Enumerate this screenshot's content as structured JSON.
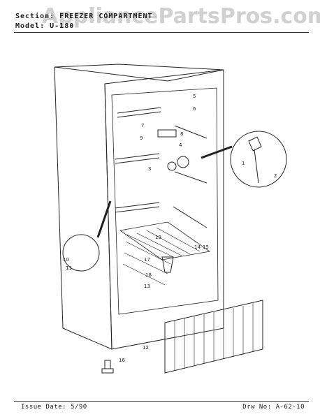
{
  "header": {
    "section_line": "Section: FREEZER COMPARTMENT",
    "model_line": "Model: U-180"
  },
  "watermark": "AppliancePartsPros.com",
  "footer": {
    "issue_date": "Issue Date: 5/90",
    "drawing_no": "Drw No: A-62-10"
  },
  "callouts": [
    "1",
    "2",
    "3",
    "4",
    "5",
    "6",
    "7",
    "8",
    "9",
    "10",
    "11",
    "12",
    "13",
    "14",
    "15",
    "16",
    "17",
    "18",
    "19"
  ]
}
